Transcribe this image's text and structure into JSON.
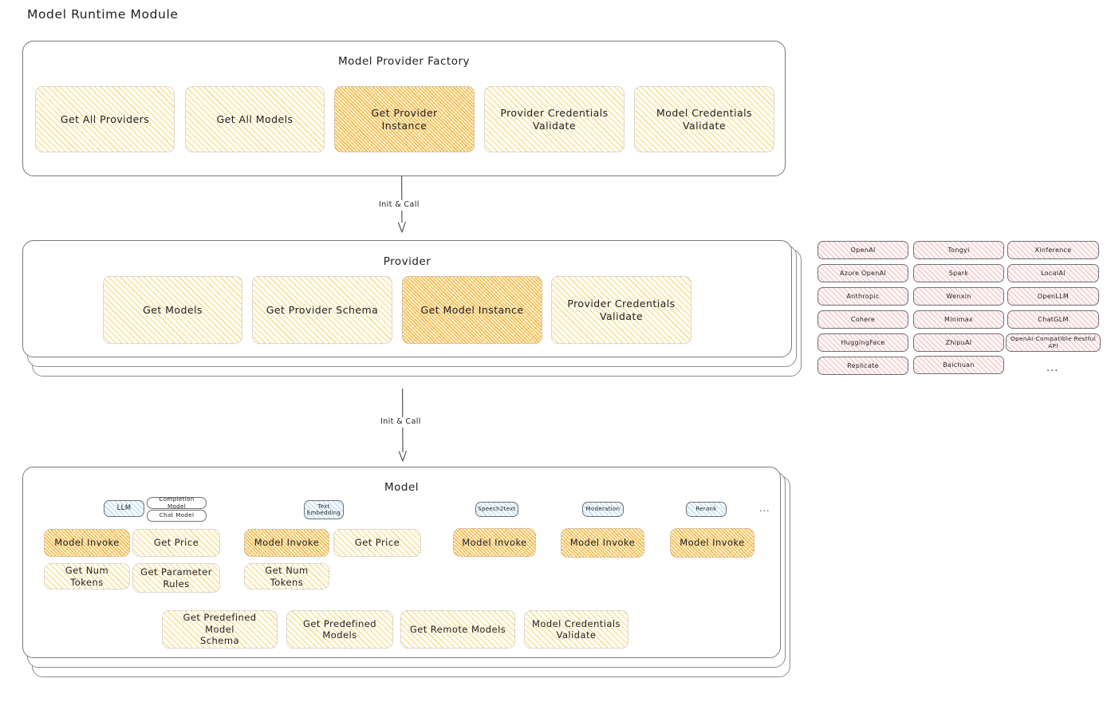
{
  "page": {
    "title": "Model Runtime Module",
    "background": "#ffffff",
    "accent_orange": "#f0aa23",
    "accent_yellow": "#f0ba3c",
    "accent_pink": "#e06e6e",
    "accent_blue": "#5aa0dc"
  },
  "factory": {
    "title": "Model Provider Factory",
    "boxes": [
      {
        "label": "Get All Providers",
        "emphasis": false
      },
      {
        "label": "Get All Models",
        "emphasis": false
      },
      {
        "label": "Get Provider\nInstance",
        "emphasis": true
      },
      {
        "label": "Provider Credentials\nValidate",
        "emphasis": false
      },
      {
        "label": "Model Credentials\nValidate",
        "emphasis": false
      }
    ]
  },
  "arrows": [
    {
      "label": "Init & Call"
    },
    {
      "label": "Init & Call"
    }
  ],
  "provider": {
    "title": "Provider",
    "boxes": [
      {
        "label": "Get Models",
        "emphasis": false
      },
      {
        "label": "Get Provider Schema",
        "emphasis": false
      },
      {
        "label": "Get Model Instance",
        "emphasis": true
      },
      {
        "label": "Provider Credentials\nValidate",
        "emphasis": false
      }
    ]
  },
  "provider_list": {
    "columns": [
      {
        "items": [
          "OpenAI",
          "Azure OpenAI",
          "Anthropic",
          "Cohere",
          "HuggingFace",
          "Replicate"
        ]
      },
      {
        "items": [
          "Tongyi",
          "Spark",
          "Wenxin",
          "Minimax",
          "ZhipuAI",
          "Baichuan"
        ]
      },
      {
        "items": [
          "Xinference",
          "LocalAI",
          "OpenLLM",
          "ChatGLM",
          "OpenAI-Compatible Restful API"
        ]
      }
    ],
    "more": "..."
  },
  "model": {
    "title": "Model",
    "more": "...",
    "types": [
      {
        "tag": "LLM",
        "subtags": [
          "Completion Model",
          "Chat Model"
        ],
        "boxes": [
          {
            "label": "Model Invoke",
            "emphasis": true
          },
          {
            "label": "Get Price",
            "emphasis": false
          },
          {
            "label": "Get Num Tokens",
            "emphasis": false
          },
          {
            "label": "Get Parameter\nRules",
            "emphasis": false
          }
        ]
      },
      {
        "tag": "Text\nEmbedding",
        "subtags": [],
        "boxes": [
          {
            "label": "Model Invoke",
            "emphasis": true
          },
          {
            "label": "Get Price",
            "emphasis": false
          },
          {
            "label": "Get Num Tokens",
            "emphasis": false
          }
        ]
      },
      {
        "tag": "Speech2text",
        "subtags": [],
        "boxes": [
          {
            "label": "Model Invoke",
            "emphasis": true
          }
        ]
      },
      {
        "tag": "Moderation",
        "subtags": [],
        "boxes": [
          {
            "label": "Model Invoke",
            "emphasis": true
          }
        ]
      },
      {
        "tag": "Rerank",
        "subtags": [],
        "boxes": [
          {
            "label": "Model Invoke",
            "emphasis": true
          }
        ]
      }
    ],
    "common_boxes": [
      {
        "label": "Get Predefined Model\nSchema"
      },
      {
        "label": "Get Predefined\nModels"
      },
      {
        "label": "Get Remote Models"
      },
      {
        "label": "Model Credentials\nValidate"
      }
    ]
  }
}
